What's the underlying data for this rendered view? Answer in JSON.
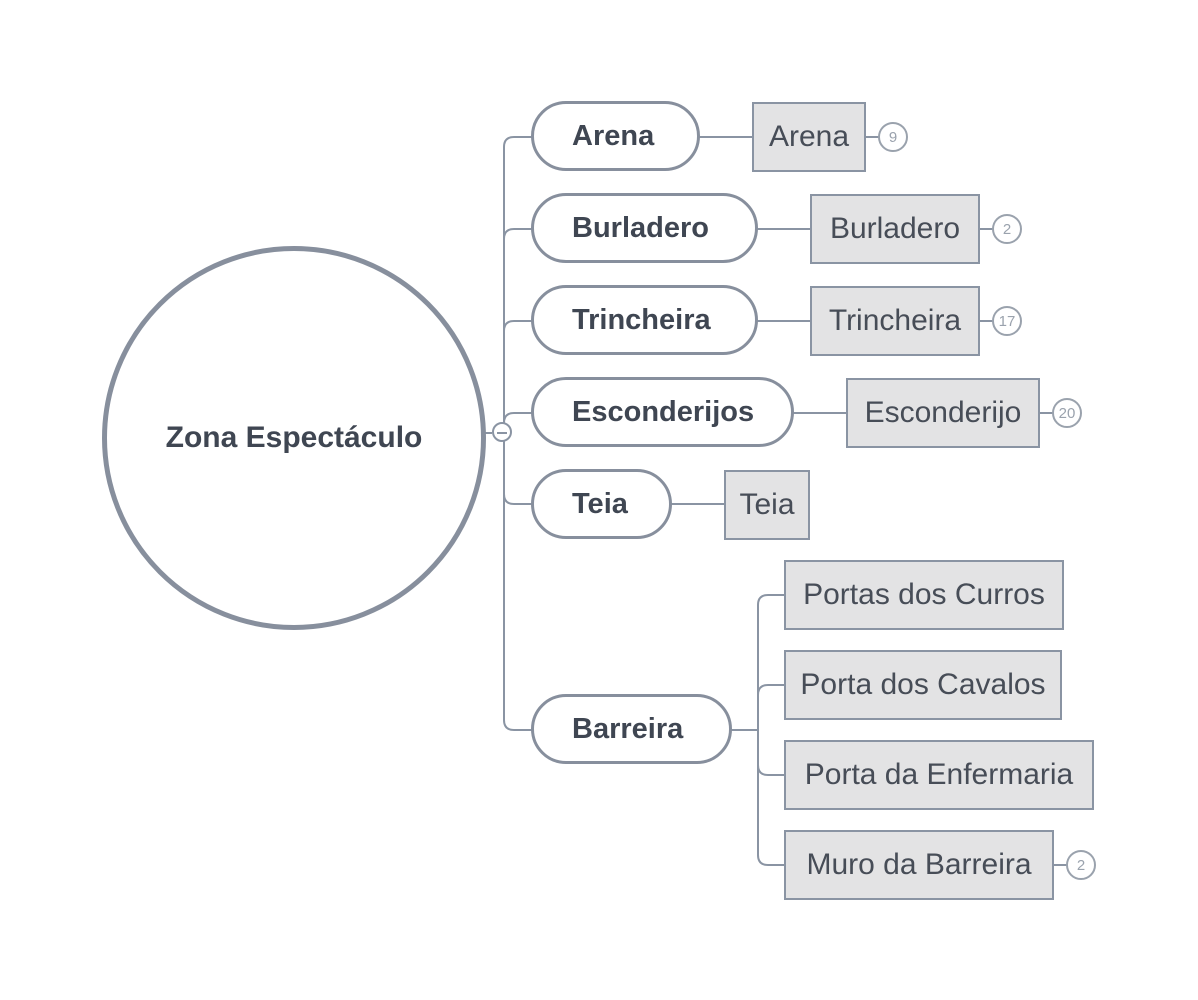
{
  "central": {
    "label": "Zona Espectáculo"
  },
  "topics": [
    {
      "label": "Arena",
      "subtopics": [
        {
          "label": "Arena",
          "count": "9"
        }
      ]
    },
    {
      "label": "Burladero",
      "subtopics": [
        {
          "label": "Burladero",
          "count": "2"
        }
      ]
    },
    {
      "label": "Trincheira",
      "subtopics": [
        {
          "label": "Trincheira",
          "count": "17"
        }
      ]
    },
    {
      "label": "Esconderijos",
      "subtopics": [
        {
          "label": "Esconderijo",
          "count": "20"
        }
      ]
    },
    {
      "label": "Teia",
      "subtopics": [
        {
          "label": "Teia"
        }
      ]
    },
    {
      "label": "Barreira",
      "subtopics": [
        {
          "label": "Portas dos Curros"
        },
        {
          "label": "Porta dos Cavalos"
        },
        {
          "label": "Porta da Enfermaria"
        },
        {
          "label": "Muro da Barreira",
          "count": "2"
        }
      ]
    }
  ],
  "colors": {
    "line": "#8a94a3",
    "node_border": "#878f9d",
    "text": "#3f4652",
    "subtopic_fill": "#e3e3e4"
  }
}
